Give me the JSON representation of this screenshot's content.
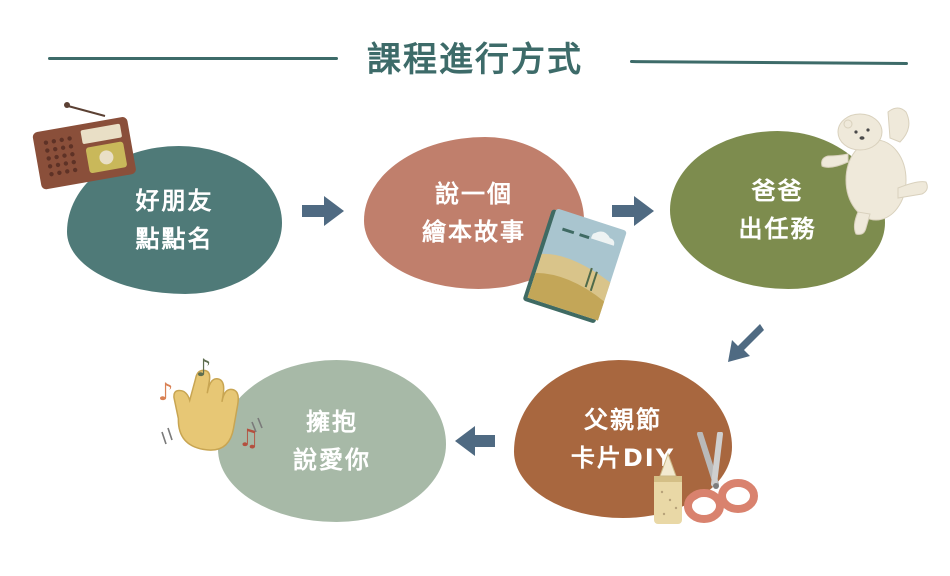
{
  "title": "課程進行方式",
  "steps": [
    {
      "line1": "好朋友",
      "line2": "點點名",
      "color": "#4f7a78"
    },
    {
      "line1": "說一個",
      "line2": "繪本故事",
      "color": "#c07f6c"
    },
    {
      "line1": "爸爸",
      "line2": "出任務",
      "color": "#7d8c4e"
    },
    {
      "line1": "父親節",
      "line2": "卡片DIY",
      "color": "#a8673f"
    },
    {
      "line1": "擁抱",
      "line2": "說愛你",
      "color": "#a7b9a7"
    }
  ],
  "colors": {
    "title": "#3d6b69",
    "arrow": "#4f6a82"
  },
  "icons": [
    "radio-icon",
    "book-icon",
    "polar-bear-icon",
    "scissors-icon",
    "glue-icon",
    "hand-icon",
    "music-note-icon"
  ]
}
